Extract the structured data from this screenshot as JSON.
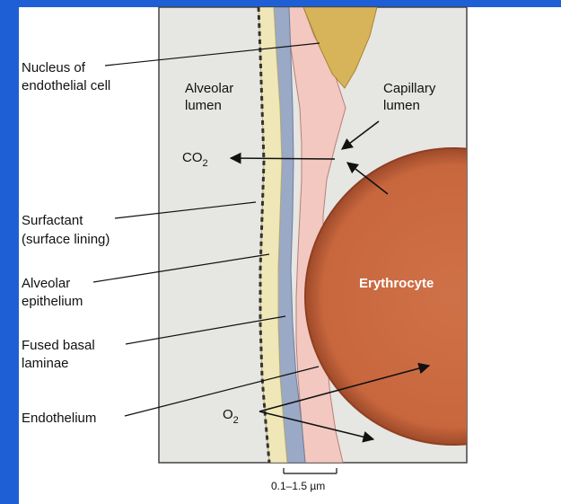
{
  "labels": {
    "nucleus_line1": "Nucleus of",
    "nucleus_line2": "endothelial cell",
    "alveolar_lumen_line1": "Alveolar",
    "alveolar_lumen_line2": "lumen",
    "capillary_lumen_line1": "Capillary",
    "capillary_lumen_line2": "lumen",
    "co2_base": "CO",
    "co2_sub": "2",
    "surfactant_line1": "Surfactant",
    "surfactant_line2": "(surface lining)",
    "epithelium_line1": "Alveolar",
    "epithelium_line2": "epithelium",
    "basal_line1": "Fused basal",
    "basal_line2": "laminae",
    "endothelium": "Endothelium",
    "erythrocyte": "Erythrocyte",
    "o2_base": "O",
    "o2_sub": "2",
    "scale": "0.1–1.5 µm"
  },
  "colors": {
    "frame_blue": "#1f5fd6",
    "panel_bg": "#e6e6e2",
    "nucleus": "#d7b35a",
    "endothelial_pink": "#f2c8c0",
    "erythrocyte": "#c8673e",
    "epithelium_yellow": "#efe7b8",
    "basal_blue": "#9aa9c6"
  }
}
